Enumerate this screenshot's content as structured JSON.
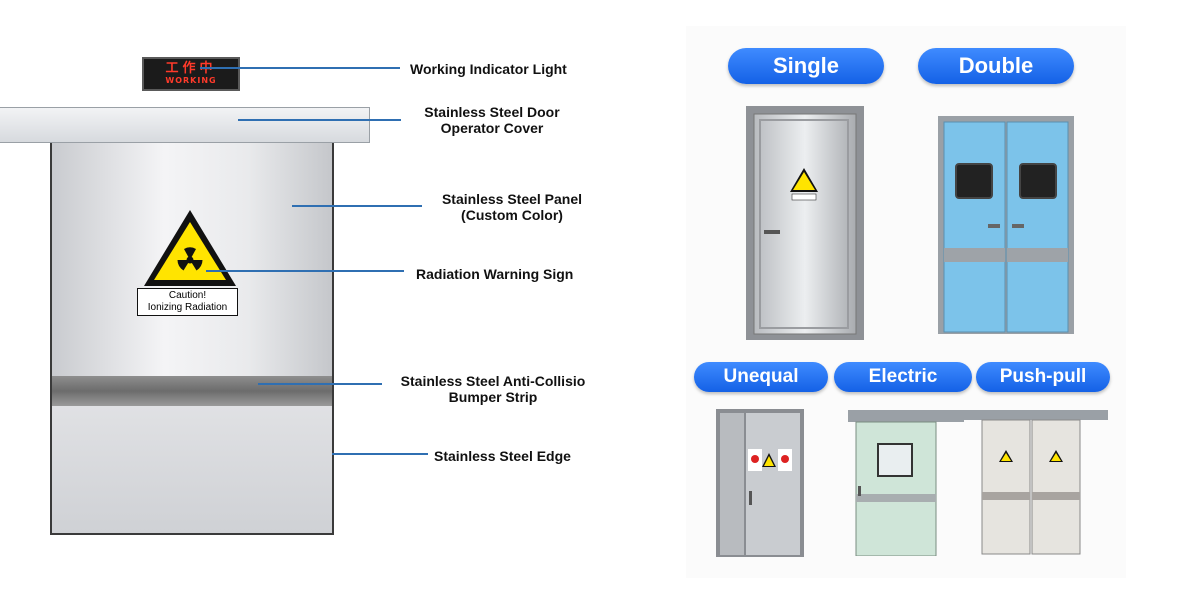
{
  "diagram": {
    "indicator": {
      "line1": "工作中",
      "line2": "WORKING"
    },
    "caution_sign": {
      "line1": "Caution!",
      "line2": "Ionizing Radiation"
    },
    "labels": {
      "working_light": "Working Indicator Light",
      "operator_cover_1": "Stainless Steel Door",
      "operator_cover_2": "Operator Cover",
      "panel_1": "Stainless Steel Panel",
      "panel_2": "(Custom Color)",
      "warning_sign": "Radiation Warning Sign",
      "bumper_1": "Stainless Steel Anti-Collisio",
      "bumper_2": "Bumper Strip",
      "edge": "Stainless Steel Edge"
    }
  },
  "catalog": {
    "types": [
      {
        "label": "Single"
      },
      {
        "label": "Double"
      },
      {
        "label": "Unequal"
      },
      {
        "label": "Electric"
      },
      {
        "label": "Push-pull"
      }
    ]
  },
  "colors": {
    "pill_blue": "#1f6ff0",
    "leader_blue": "#2f6fb2",
    "double_door_blue": "#7cc3ea",
    "electric_door_green": "#cfe5d8",
    "warning_yellow": "#ffe400"
  }
}
